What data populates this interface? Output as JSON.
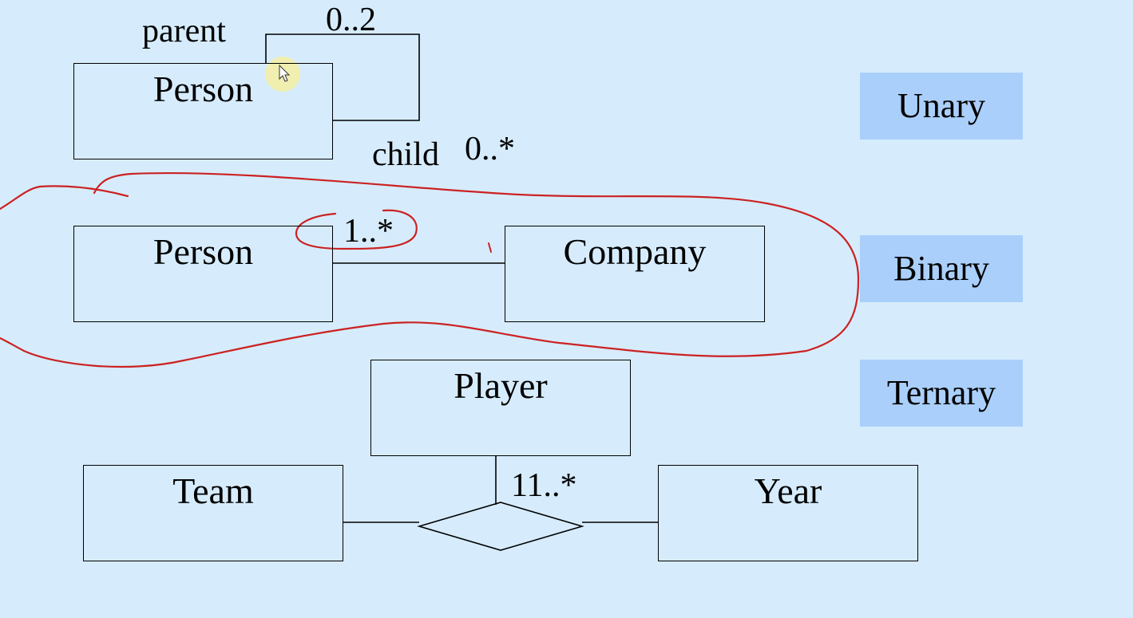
{
  "colors": {
    "background": "#d6ecfd",
    "tag_fill": "#aacffa",
    "line": "#000000",
    "annotation": "#cc2222",
    "cursor_highlight": "#f3f0a6"
  },
  "unary": {
    "entity": "Person",
    "role_parent": "parent",
    "mult_parent": "0..2",
    "role_child": "child",
    "mult_child": "0..*"
  },
  "binary": {
    "entity_left": "Person",
    "entity_right": "Company",
    "mult": "1..*"
  },
  "ternary": {
    "entity_top": "Player",
    "entity_left": "Team",
    "entity_right": "Year",
    "mult": "11..*"
  },
  "tags": {
    "unary": "Unary",
    "binary": "Binary",
    "ternary": "Ternary"
  },
  "icons": {
    "cursor": "mouse-pointer-icon"
  }
}
